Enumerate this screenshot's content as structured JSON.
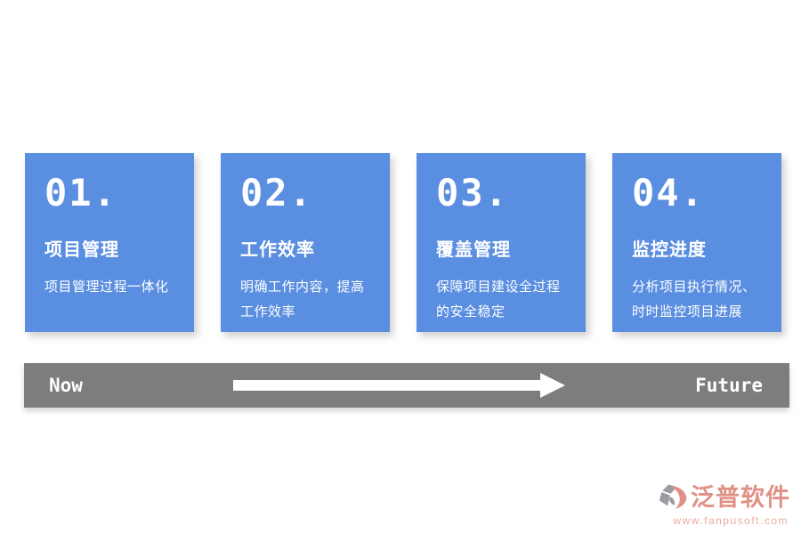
{
  "cards": [
    {
      "number": "01.",
      "title": "项目管理",
      "desc": "项目管理过程一体化"
    },
    {
      "number": "02.",
      "title": "工作效率",
      "desc": "明确工作内容，提高工作效率"
    },
    {
      "number": "03.",
      "title": "覆盖管理",
      "desc": "保障项目建设全过程的安全稳定"
    },
    {
      "number": "04.",
      "title": "监控进度",
      "desc": "分析项目执行情况、时时监控项目进展"
    }
  ],
  "timeline": {
    "start_label": "Now",
    "end_label": "Future"
  },
  "logo": {
    "name": "泛普软件",
    "url": "www.fanpusoft.com"
  },
  "colors": {
    "card_blue": "#5a8ee0",
    "bar_gray": "#7d7d7d",
    "text_white": "#ffffff",
    "logo_salmon": "#e09186",
    "logo_url_salmon": "#ecab9f",
    "logo_icon_gray": "#9b9ba4"
  }
}
